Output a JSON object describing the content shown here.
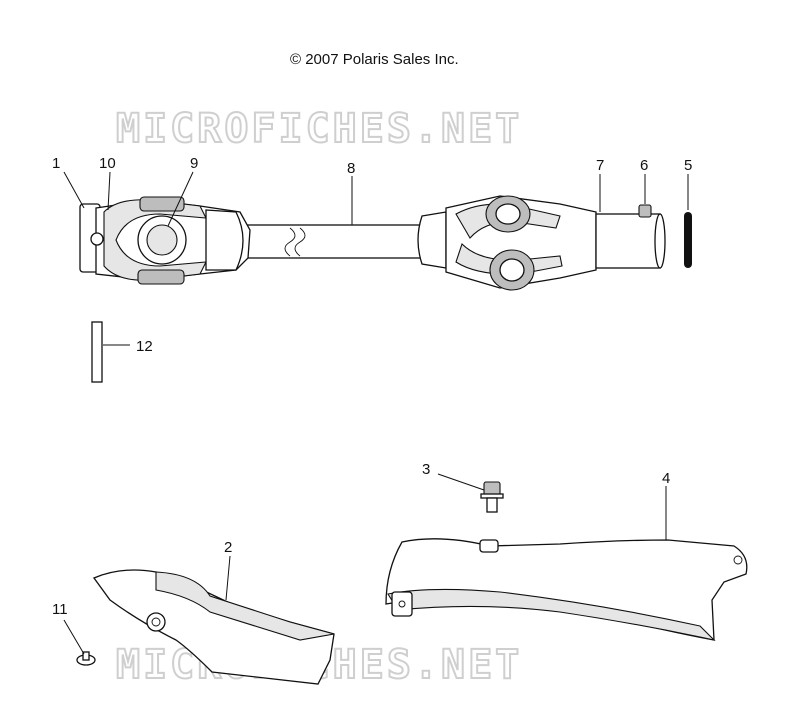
{
  "copyright": "© 2007 Polaris Sales Inc.",
  "watermark": "MICROFICHES.NET",
  "callouts": {
    "c1": "1",
    "c2": "2",
    "c3": "3",
    "c4": "4",
    "c5": "5",
    "c6": "6",
    "c7": "7",
    "c8": "8",
    "c9": "9",
    "c10": "10",
    "c11": "11",
    "c12": "12"
  }
}
